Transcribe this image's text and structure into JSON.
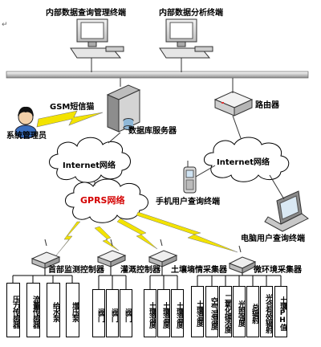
{
  "terminals": {
    "internal_query": "内部数据查询管理终端",
    "internal_analysis": "内部数据分析终端"
  },
  "nodes": {
    "gsm_modem": "GSM短信猫",
    "sys_admin": "系统管理员",
    "db_server": "数据库服务器",
    "router": "路由器",
    "internet_left": "Internet网络",
    "internet_right": "Internet网络",
    "gprs": "GPRS网络",
    "mobile_user": "手机用户查询终端",
    "pc_user": "电脑用户查询终端"
  },
  "controllers": [
    {
      "label": "首部监测控制器",
      "sensors": [
        "压力传感器",
        "流量传感器",
        "给水泵",
        "增压泵"
      ]
    },
    {
      "label": "灌溉控制器",
      "sensors": [
        "阀门",
        "阀门",
        "阀门"
      ]
    },
    {
      "label": "土壤墒情采集器",
      "sensors": [
        "土壤湿度",
        "土壤温度",
        "土壤温度"
      ]
    },
    {
      "label": "微环境采集器",
      "sensors": [
        "土壤温度",
        "空气温湿度",
        "二氧化碳浓度",
        "光照强度",
        "总辐射",
        "光合有效辐射",
        "土壤PH值"
      ]
    }
  ],
  "corner_mark": "↵",
  "colors": {
    "gprs_text": "#d40000",
    "bolt": "#f3e300"
  }
}
